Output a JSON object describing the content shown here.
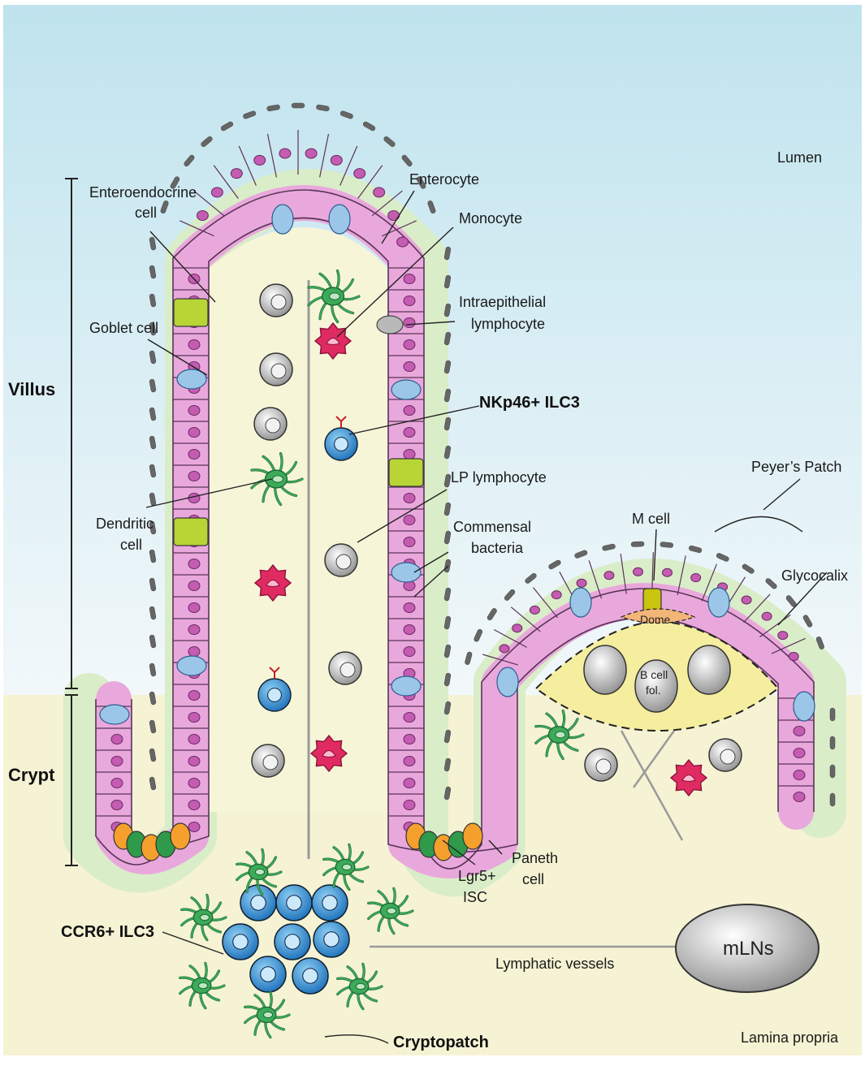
{
  "labels": {
    "lumen": "Lumen",
    "lamina_propria": "Lamina propria",
    "villus": "Villus",
    "crypt": "Crypt",
    "enteroendocrine_1": "Enteroendocrine",
    "enteroendocrine_2": "cell",
    "enterocyte": "Enterocyte",
    "monocyte": "Monocyte",
    "iel_1": "Intraepithelial",
    "iel_2": "lymphocyte",
    "goblet": "Goblet cell",
    "nkp46": "NKp46+ ILC3",
    "lp_lymphocyte": "LP lymphocyte",
    "peyers_patch": "Peyer’s Patch",
    "m_cell": "M cell",
    "commensal_1": "Commensal",
    "commensal_2": "bacteria",
    "glycocalix": "Glycocalix",
    "dendritic_1": "Dendritic",
    "dendritic_2": "cell",
    "dome": "Dome",
    "bcell_1": "B cell",
    "bcell_2": "fol.",
    "paneth_1": "Paneth",
    "paneth_2": "cell",
    "lgr5_1": "Lgr5+",
    "lgr5_2": "ISC",
    "ccr6": "CCR6+ ILC3",
    "mlns": "mLNs",
    "lymphatic": "Lymphatic vessels",
    "cryptopatch": "Cryptopatch"
  },
  "colors": {
    "lumen_top": "#bfe4ef",
    "lumen_bottom": "#f3f9fb",
    "lamina": "#f5f3d3",
    "epithelium": "#e9a8dc",
    "nucleus": "#c45cb2",
    "goblet": "#9cc6e8",
    "enteroendocrine": "#b8d435",
    "paneth": "#f5a02c",
    "stem": "#2f9a4a",
    "ilc3": "#2f8fd6",
    "dendritic": "#3caa58",
    "monocyte": "#e02a62",
    "lymphocyte": "#9a9a9a"
  }
}
